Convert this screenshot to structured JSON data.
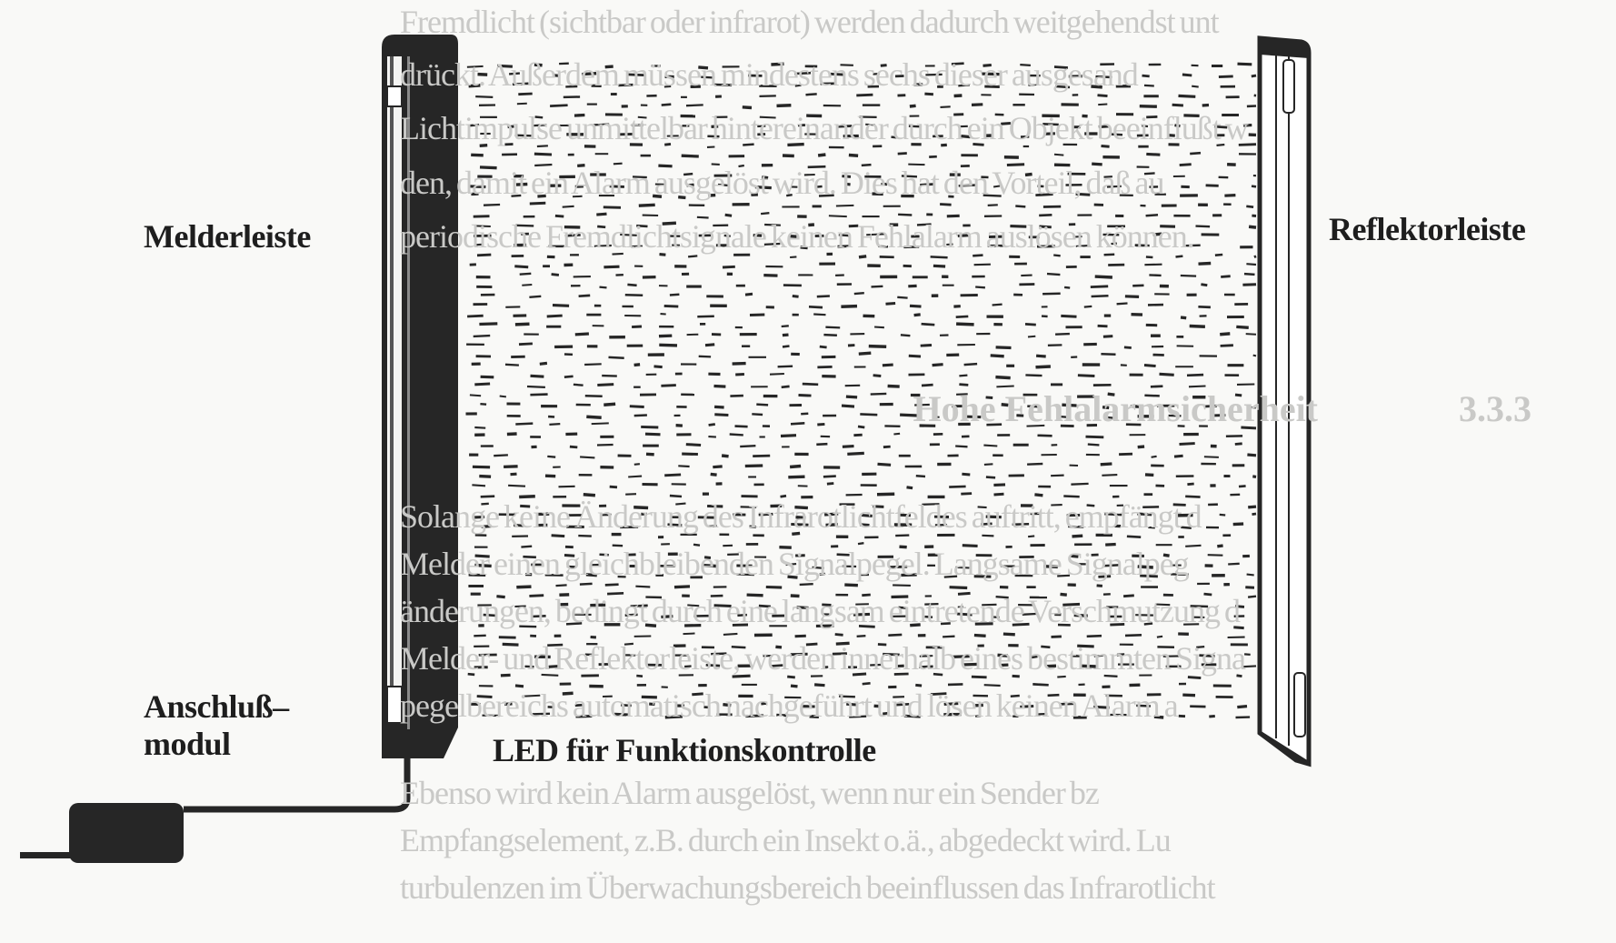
{
  "background_text": {
    "top_lines": [
      "Fremdlicht (sichtbar oder infrarot) werden dadurch weitgehendst unt",
      "drückt. Außerdem müssen mindestens sechs dieser ausgesand",
      "Lichtimpulse unmittelbar hintereinander durch ein Objekt beeinflußt w",
      "den, damit ein Alarm ausgelöst wird. Dies hat den Vorteil, daß au",
      "periodische Fremdlichtsignale keinen Fehlalarm auslösen können."
    ],
    "section_number": "3.3.3",
    "section_title": "Hohe Fehlalarmsicherheit",
    "bottom_lines": [
      "Solange keine Änderung des Infrarotlichtfeldes auftritt, empfängt d",
      "Melder einen gleichbleibenden Signalpegel. Langsame Signalpeg",
      "änderungen, bedingt durch eine langsam eintretende Verschmutzung d",
      "Melder- und Reflektorleiste, werden innerhalb eines bestimmten Signa",
      "pegelbereichs automatisch nachgeführt und lösen keinen Alarm a",
      "Ebenso wird kein Alarm ausgelöst, wenn nur ein Sender bz",
      "Empfangselement, z.B. durch ein Insekt o.ä., abgedeckt wird. Lu",
      "turbulenzen im Überwachungsbereich beeinflussen das Infrarotlicht"
    ]
  },
  "diagram": {
    "labels": {
      "detector_bar": "Melderleiste",
      "reflector_bar": "Reflektorleiste",
      "connection_module_line1": "Anschluß–",
      "connection_module_line2": "modul",
      "led": "LED für Funktionskontrolle"
    },
    "colors": {
      "ink": "#262626",
      "paper": "#f9f9f7",
      "show_through": "#c9c9c7"
    }
  }
}
